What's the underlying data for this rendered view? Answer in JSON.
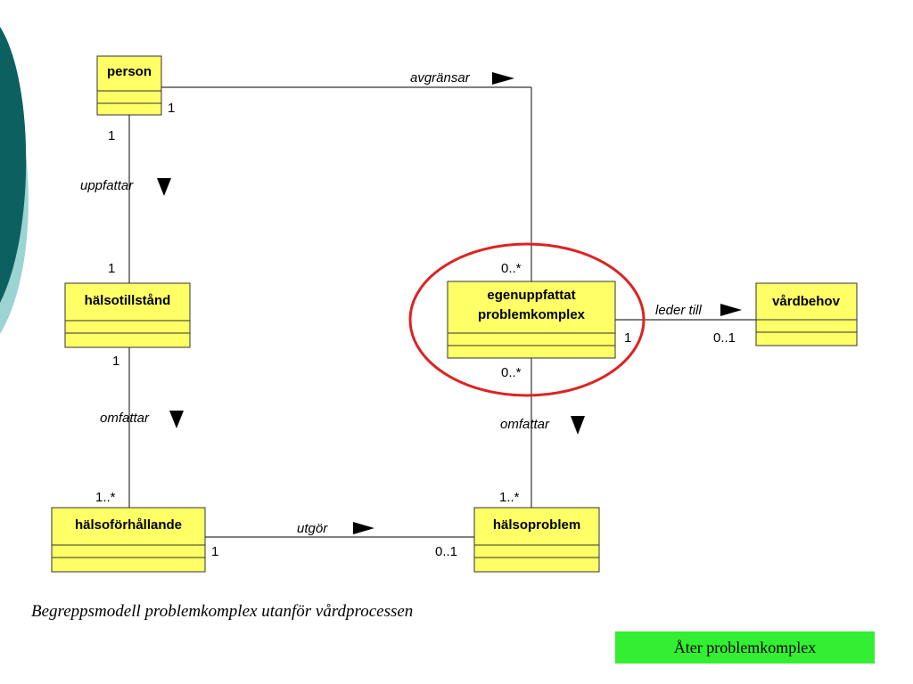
{
  "classes": {
    "person": "person",
    "halsotillstand": "hälsotillstånd",
    "egen_line1": "egenuppfattat",
    "egen_line2": "problemkomplex",
    "vardbehov": "vårdbehov",
    "halsoforhallande": "hälsoförhållande",
    "halsoproblem": "hälsoproblem"
  },
  "associations": {
    "avgransar": "avgränsar",
    "uppfattar": "uppfattar",
    "omfattar_left": "omfattar",
    "omfattar_right": "omfattar",
    "leder_till": "leder till",
    "utgor": "utgör"
  },
  "multiplicities": {
    "person_right": "1",
    "person_bottom": "1",
    "halsotillstand_top": "1",
    "halsotillstand_bottom": "1",
    "halsoforhallande_top": "1..*",
    "halsoforhallande_right": "1",
    "egen_top": "0..*",
    "egen_bottom": "0..*",
    "egen_right": "1",
    "vardbehov_left": "0..1",
    "halsoproblem_top": "1..*",
    "halsoproblem_left": "0..1"
  },
  "caption": "Begreppsmodell problemkomplex utanför vårdprocessen",
  "back_button": "Åter problemkomplex",
  "colors": {
    "class_fill": "#ffff66",
    "class_border": "#333333",
    "highlight": "#dd2222",
    "button": "#33ee33",
    "deco_dark": "#0d6060",
    "deco_light": "#9cd3d3"
  }
}
